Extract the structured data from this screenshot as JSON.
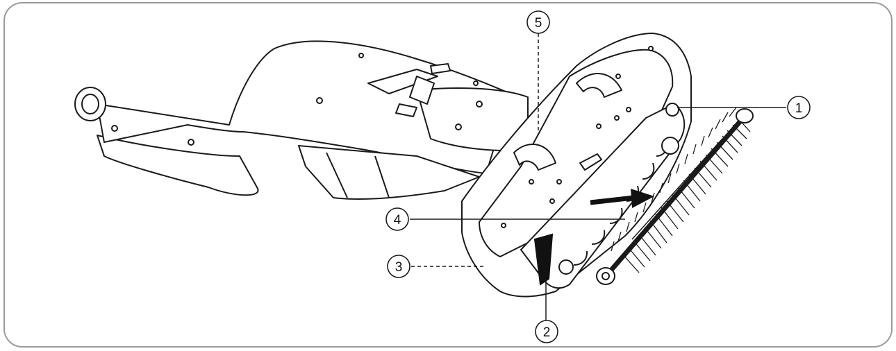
{
  "figure": {
    "callouts": [
      {
        "id": "1",
        "label": "1"
      },
      {
        "id": "2",
        "label": "2"
      },
      {
        "id": "3",
        "label": "3"
      },
      {
        "id": "4",
        "label": "4"
      },
      {
        "id": "5",
        "label": "5"
      }
    ],
    "colors": {
      "stroke": "#1a1a1a",
      "frame": "#9a9a9a",
      "arrow": "#111111",
      "fill": "#ffffff"
    },
    "icons": {
      "removal-arrow": "right-arrow-icon",
      "release-lever": "lever-icon"
    }
  }
}
